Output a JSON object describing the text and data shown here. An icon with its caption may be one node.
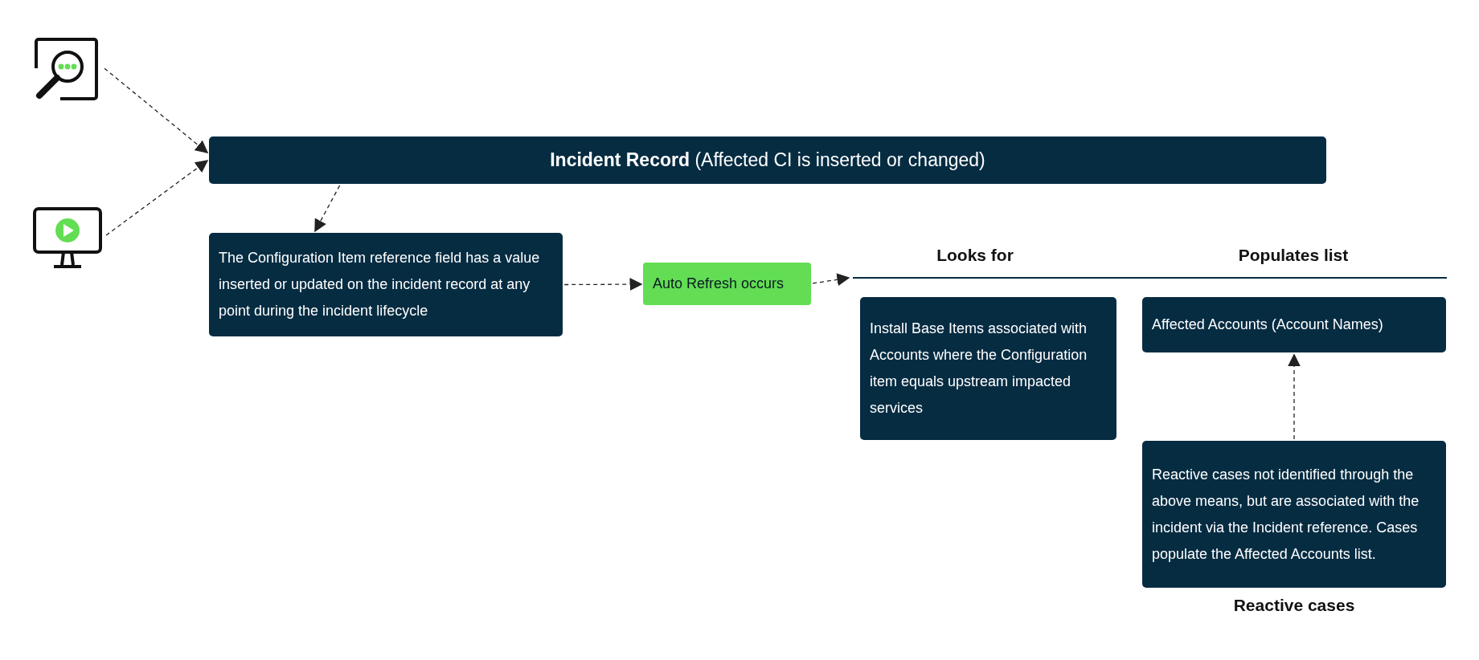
{
  "diagram": {
    "nodes": [
      {
        "text": [],
        "shape": "picture"
      },
      {
        "text": [],
        "shape": "picture"
      },
      {
        "text": [
          "**Incident Record** (Affected CI is inserted or changed)"
        ]
      },
      {
        "text": [
          "The Configuration Item reference field has a value inserted or updated on the incident record at any point during the incident lifecycle"
        ]
      },
      {
        "text": [
          "Auto Refresh occurs"
        ]
      },
      {
        "text": [],
        "shape": "bar"
      },
      {
        "text": [
          "Install Base Items associated with Accounts where the Configuration item equals upstream impacted services"
        ]
      },
      {
        "text": [
          "Affected Accounts (Account Names)"
        ]
      },
      {
        "text": [
          "Reactive cases not identified through the above means, but are associated with the incident via the Incident reference. Cases populate the Affected Accounts list."
        ],
        "beside": [
          "Reactive cases"
        ]
      }
    ],
    "edges": [
      {
        "from": 0,
        "to": 2,
        "arrow": "to",
        "style": "dashed"
      },
      {
        "from": 1,
        "to": 2,
        "arrow": "to",
        "style": "dashed"
      },
      {
        "from": 2,
        "to": 3,
        "arrow": "to",
        "style": "dashed"
      },
      {
        "from": 3,
        "to": 4,
        "arrow": "to",
        "style": "dashed"
      },
      {
        "from": 4,
        "to": 5,
        "arrow": "to",
        "style": "dashed"
      },
      {
        "from": 8,
        "to": 7,
        "arrow": "to",
        "style": "dashed"
      }
    ],
    "labels": [
      "Looks for",
      "Populates list"
    ]
  }
}
